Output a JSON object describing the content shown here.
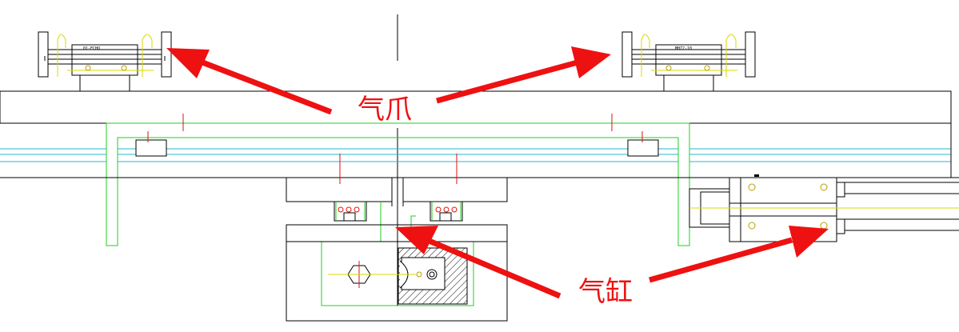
{
  "labels": {
    "gripper": "气爪",
    "cylinder": "气缸"
  },
  "gripper_plates": {
    "left": "01-ECHO",
    "right": "MHZ2-10"
  },
  "colors": {
    "arrow": "#ee1111",
    "outline": "#000000",
    "frame": "#1fcf1f",
    "rail": "#2ab7c8",
    "centerline": "#d8d800",
    "marker": "#e01010"
  }
}
